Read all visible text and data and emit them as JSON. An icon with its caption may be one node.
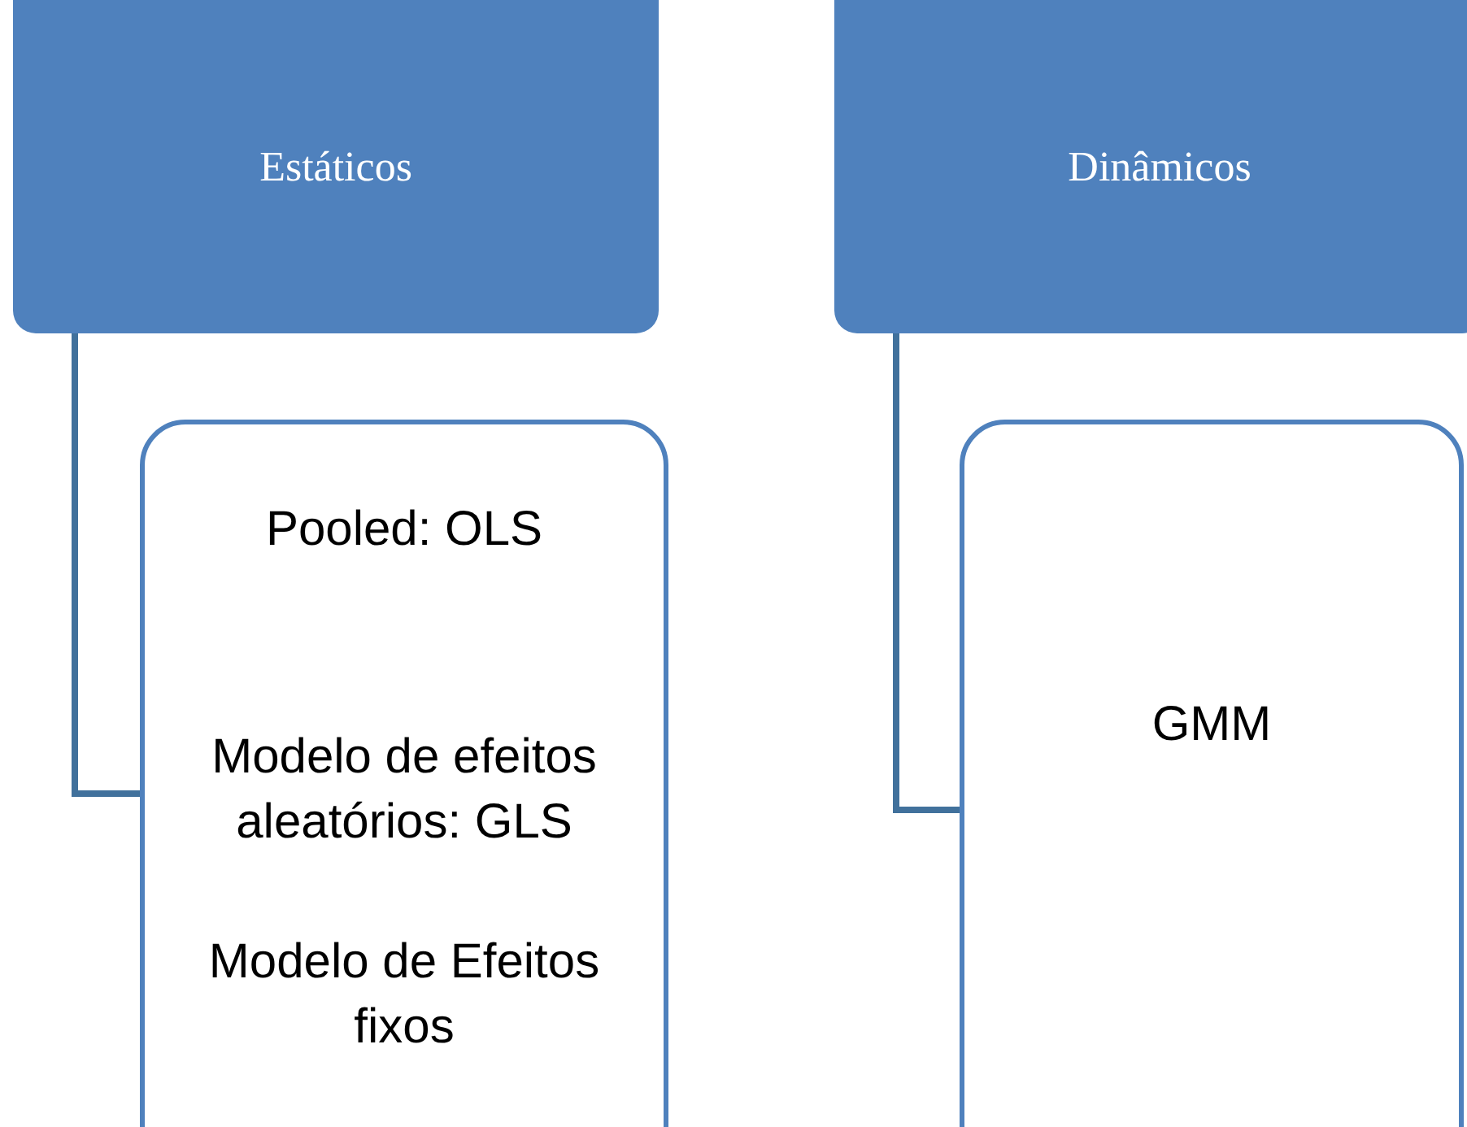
{
  "diagram": {
    "nodes": [
      {
        "text": [
          "Estáticos"
        ]
      },
      {
        "text": [
          "Pooled: OLS",
          "Modelo de efeitos aleatórios: GLS",
          "Modelo de Efeitos fixos"
        ]
      },
      {
        "text": [
          "Dinâmicos"
        ]
      },
      {
        "text": [
          "GMM"
        ]
      }
    ],
    "edges": [
      {
        "from": 0,
        "to": 1,
        "arrow": "none"
      },
      {
        "from": 2,
        "to": 3,
        "arrow": "none"
      }
    ]
  }
}
